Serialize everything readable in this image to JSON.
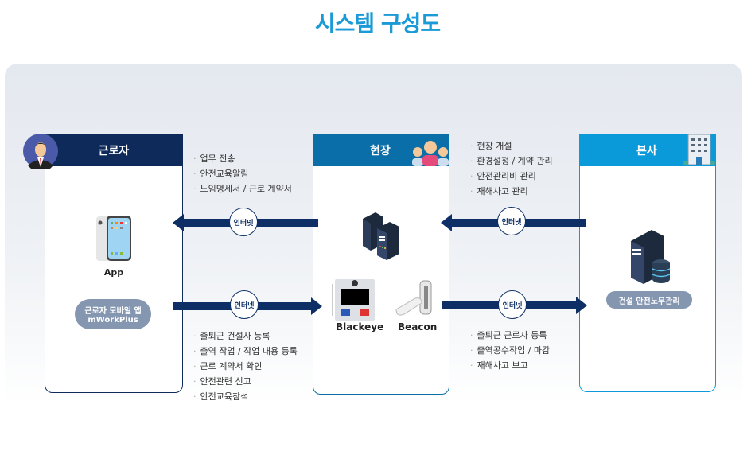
{
  "title": "시스템 구성도",
  "worker": {
    "header": "근로자",
    "app_label": "App",
    "pill_line1": "근로자 모바일 앱",
    "pill_line2": "mWorkPlus"
  },
  "site": {
    "header": "현장",
    "device1": "Blackeye",
    "device2": "Beacon"
  },
  "hq": {
    "header": "본사",
    "pill": "건설 안전노무관리"
  },
  "internet_label": "인터넷",
  "list_site_to_worker": [
    "업무 전송",
    "안전교육알림",
    "노임명세서 / 근로 계약서"
  ],
  "list_worker_to_site": [
    "출퇴근 건설사 등록",
    "출역 작업 / 작업 내용 등록",
    "근로 계약서 확인",
    "안전관련 신고",
    "안전교육참석"
  ],
  "list_hq_to_site": [
    "현장 개설",
    "환경설정 / 계약 관리",
    "안전관리비 관리",
    "재해사고 관리"
  ],
  "list_site_to_hq": [
    "출퇴근 근로자 등록",
    "출역공수작업 / 마감",
    "재해사고 보고"
  ],
  "colors": {
    "worker": "#0d2a5a",
    "site": "#0a6ea8",
    "hq": "#0b9ad9",
    "title": "#1a9ad6"
  }
}
